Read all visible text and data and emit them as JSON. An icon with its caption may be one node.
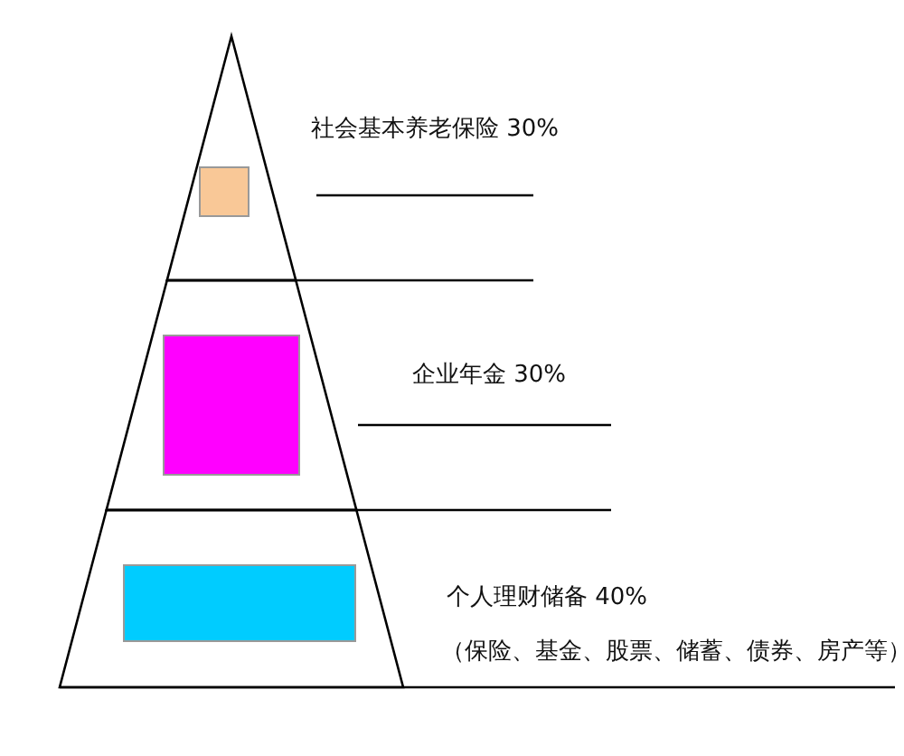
{
  "diagram": {
    "nodes": [
      {
        "text": [
          "社会基本养老保险 30%"
        ]
      },
      {
        "text": [
          "企业年金 30%"
        ]
      },
      {
        "text": [
          "个人理财储备 40%",
          "（保险、基金、股票、储蓄、债券、房产等）"
        ]
      },
      {
        "text": [],
        "shape": "box",
        "in": 0
      },
      {
        "text": [],
        "shape": "box",
        "in": 1
      },
      {
        "text": [],
        "shape": "box",
        "in": 2
      }
    ],
    "edges": []
  }
}
